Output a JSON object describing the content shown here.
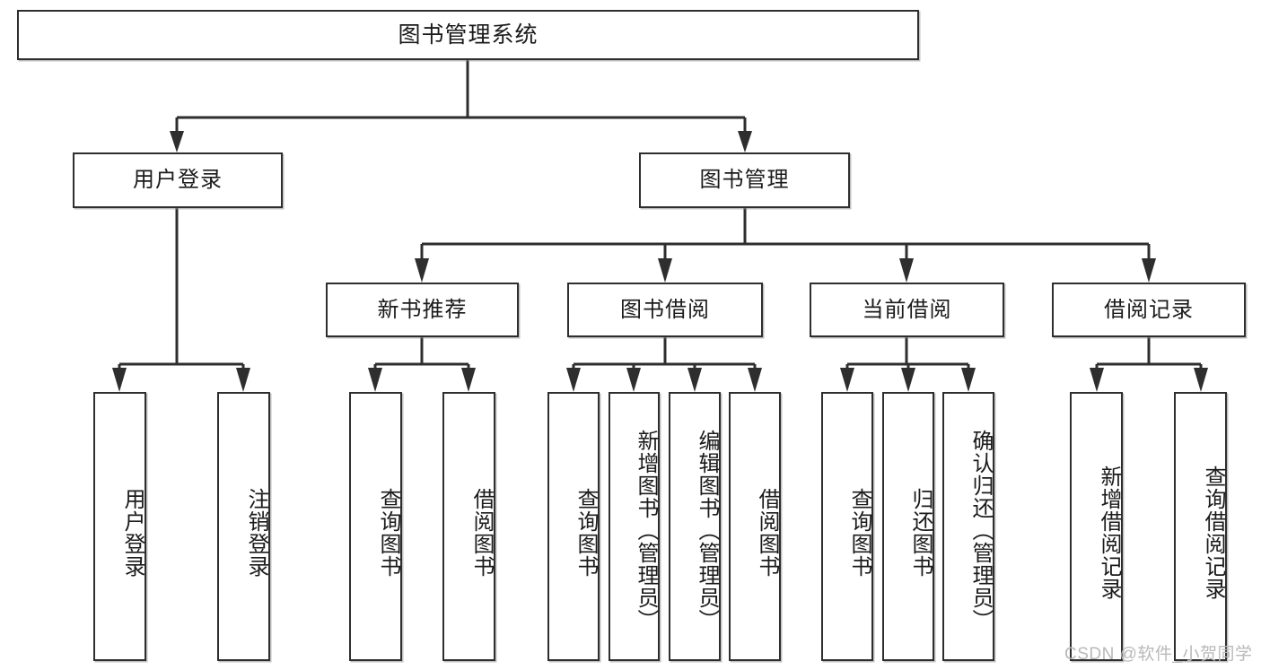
{
  "diagram": {
    "type": "tree",
    "title": "图书管理系统",
    "orientation": "top-down",
    "watermark": "CSDN @软件_小贺同学",
    "colors": {
      "stroke": "#2e2e2e",
      "fill": "#ffffff",
      "text": "#1b1b1b",
      "watermark": "#b9b9b9"
    }
  },
  "nodes": {
    "root": {
      "label": "图书管理系统",
      "level": 1
    },
    "level2": [
      {
        "id": "user-login",
        "label": "用户登录"
      },
      {
        "id": "book-manage",
        "label": "图书管理"
      }
    ],
    "level3": [
      {
        "id": "new-book-recommend",
        "label": "新书推荐"
      },
      {
        "id": "book-borrow",
        "label": "图书借阅"
      },
      {
        "id": "current-borrow",
        "label": "当前借阅"
      },
      {
        "id": "borrow-record",
        "label": "借阅记录"
      }
    ],
    "leaves": {
      "user-login": [
        {
          "id": "leaf-user-login",
          "label": "用户登录"
        },
        {
          "id": "leaf-user-logout",
          "label": "注销登录"
        }
      ],
      "new-book-recommend": [
        {
          "id": "leaf-query-book-1",
          "label": "查询图书"
        },
        {
          "id": "leaf-borrow-book-1",
          "label": "借阅图书"
        }
      ],
      "book-borrow": [
        {
          "id": "leaf-query-book-2",
          "label": "查询图书"
        },
        {
          "id": "leaf-add-book",
          "label": "新增图书（管理员）"
        },
        {
          "id": "leaf-edit-book",
          "label": "编辑图书（管理员）"
        },
        {
          "id": "leaf-borrow-book-2",
          "label": "借阅图书"
        }
      ],
      "current-borrow": [
        {
          "id": "leaf-query-book-3",
          "label": "查询图书"
        },
        {
          "id": "leaf-return-book",
          "label": "归还图书"
        },
        {
          "id": "leaf-confirm-return",
          "label": "确认归还（管理员）"
        }
      ],
      "borrow-record": [
        {
          "id": "leaf-add-record",
          "label": "新增借阅记录"
        },
        {
          "id": "leaf-query-record",
          "label": "查询借阅记录"
        }
      ]
    }
  }
}
